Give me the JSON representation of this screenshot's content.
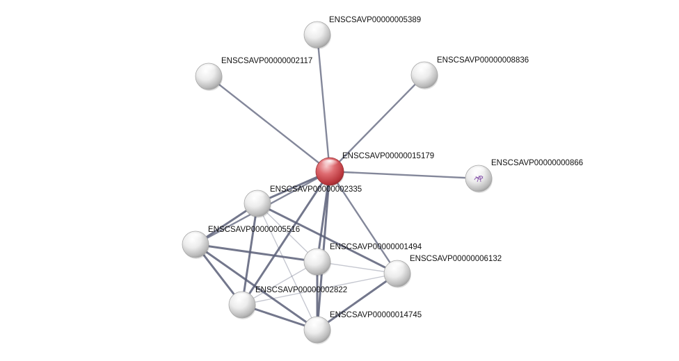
{
  "network": {
    "query_color": "#d9494f",
    "node_color": "#e6e6e6",
    "edge_color": "#5a5f78",
    "nodes": [
      {
        "id": "ENSCSAVP00000015179",
        "label": "ENSCSAVP00000015179",
        "query": true
      },
      {
        "id": "ENSCSAVP00000005389",
        "label": "ENSCSAVP00000005389"
      },
      {
        "id": "ENSCSAVP00000002117",
        "label": "ENSCSAVP00000002117"
      },
      {
        "id": "ENSCSAVP00000008836",
        "label": "ENSCSAVP00000008836"
      },
      {
        "id": "ENSCSAVP00000000866",
        "label": "ENSCSAVP00000000866",
        "has_structure_icon": true
      },
      {
        "id": "ENSCSAVP00000002335",
        "label": "ENSCSAVP00000002335"
      },
      {
        "id": "ENSCSAVP00000005516",
        "label": "ENSCSAVP00000005516"
      },
      {
        "id": "ENSCSAVP00000001494",
        "label": "ENSCSAVP00000001494"
      },
      {
        "id": "ENSCSAVP00000006132",
        "label": "ENSCSAVP00000006132"
      },
      {
        "id": "ENSCSAVP00000002822",
        "label": "ENSCSAVP00000002822"
      },
      {
        "id": "ENSCSAVP00000014745",
        "label": "ENSCSAVP00000014745"
      }
    ],
    "edges": [
      {
        "from": "ENSCSAVP00000015179",
        "to": "ENSCSAVP00000005389",
        "weight": 2
      },
      {
        "from": "ENSCSAVP00000015179",
        "to": "ENSCSAVP00000002117",
        "weight": 2
      },
      {
        "from": "ENSCSAVP00000015179",
        "to": "ENSCSAVP00000008836",
        "weight": 2
      },
      {
        "from": "ENSCSAVP00000015179",
        "to": "ENSCSAVP00000000866",
        "weight": 2
      },
      {
        "from": "ENSCSAVP00000015179",
        "to": "ENSCSAVP00000002335",
        "weight": 3
      },
      {
        "from": "ENSCSAVP00000015179",
        "to": "ENSCSAVP00000005516",
        "weight": 2
      },
      {
        "from": "ENSCSAVP00000015179",
        "to": "ENSCSAVP00000001494",
        "weight": 3
      },
      {
        "from": "ENSCSAVP00000015179",
        "to": "ENSCSAVP00000006132",
        "weight": 2
      },
      {
        "from": "ENSCSAVP00000015179",
        "to": "ENSCSAVP00000002822",
        "weight": 3
      },
      {
        "from": "ENSCSAVP00000015179",
        "to": "ENSCSAVP00000014745",
        "weight": 3
      },
      {
        "from": "ENSCSAVP00000002335",
        "to": "ENSCSAVP00000005516",
        "weight": 3
      },
      {
        "from": "ENSCSAVP00000002335",
        "to": "ENSCSAVP00000001494",
        "weight": 1
      },
      {
        "from": "ENSCSAVP00000002335",
        "to": "ENSCSAVP00000006132",
        "weight": 3
      },
      {
        "from": "ENSCSAVP00000002335",
        "to": "ENSCSAVP00000002822",
        "weight": 3
      },
      {
        "from": "ENSCSAVP00000002335",
        "to": "ENSCSAVP00000014745",
        "weight": 1
      },
      {
        "from": "ENSCSAVP00000005516",
        "to": "ENSCSAVP00000001494",
        "weight": 3
      },
      {
        "from": "ENSCSAVP00000005516",
        "to": "ENSCSAVP00000002822",
        "weight": 3
      },
      {
        "from": "ENSCSAVP00000005516",
        "to": "ENSCSAVP00000014745",
        "weight": 3
      },
      {
        "from": "ENSCSAVP00000001494",
        "to": "ENSCSAVP00000006132",
        "weight": 1
      },
      {
        "from": "ENSCSAVP00000001494",
        "to": "ENSCSAVP00000002822",
        "weight": 1
      },
      {
        "from": "ENSCSAVP00000001494",
        "to": "ENSCSAVP00000014745",
        "weight": 3
      },
      {
        "from": "ENSCSAVP00000006132",
        "to": "ENSCSAVP00000002822",
        "weight": 1
      },
      {
        "from": "ENSCSAVP00000006132",
        "to": "ENSCSAVP00000014745",
        "weight": 3
      },
      {
        "from": "ENSCSAVP00000002822",
        "to": "ENSCSAVP00000014745",
        "weight": 3
      }
    ]
  }
}
